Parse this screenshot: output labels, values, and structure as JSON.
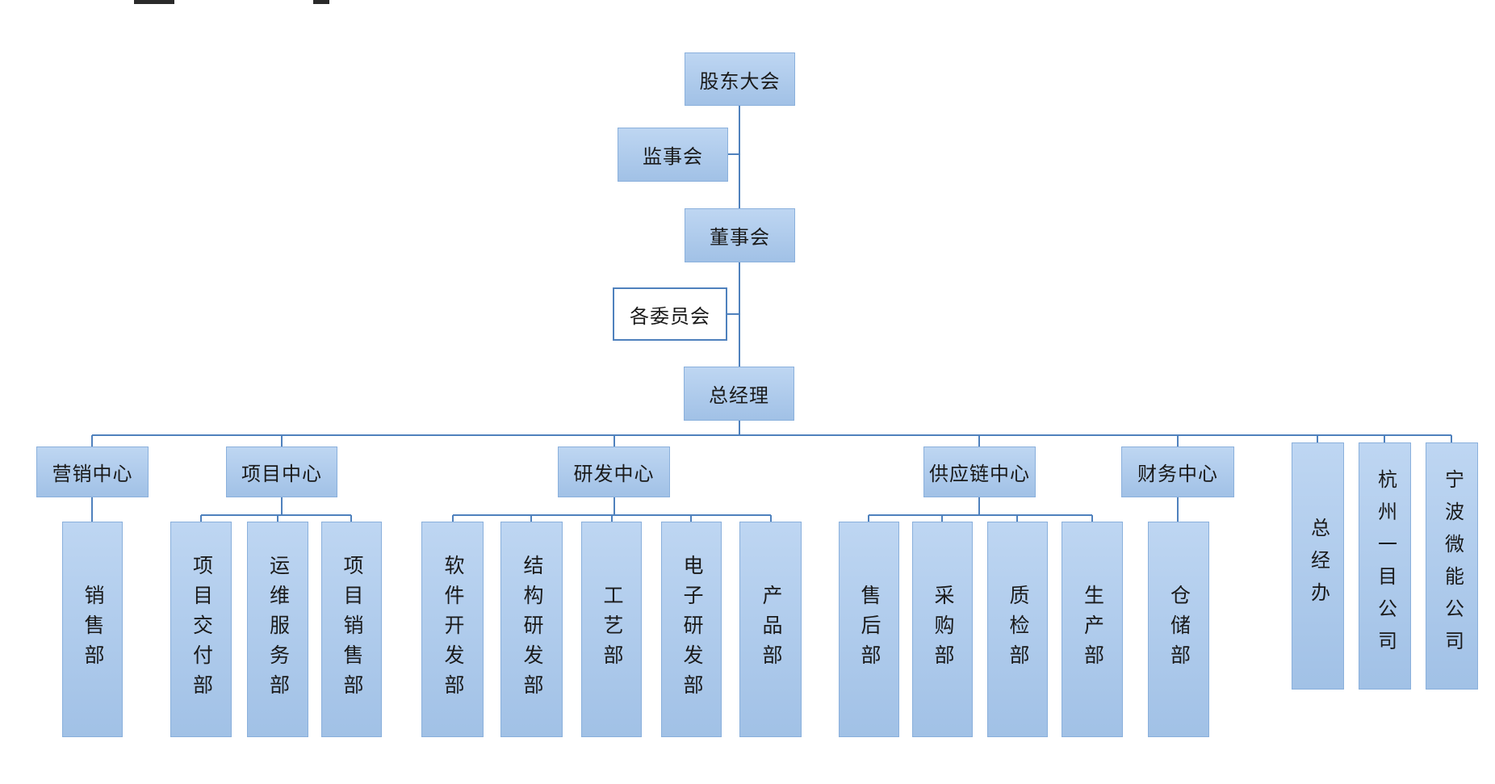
{
  "org": {
    "governance": {
      "shareholders": "股东大会",
      "supervisory_board": "监事会",
      "board_of_directors": "董事会",
      "committees": "各委员会",
      "general_manager": "总经理"
    },
    "centers": [
      {
        "label": "营销中心",
        "children": [
          "销售部"
        ]
      },
      {
        "label": "项目中心",
        "children": [
          "项目交付部",
          "运维服务部",
          "项目销售部"
        ]
      },
      {
        "label": "研发中心",
        "children": [
          "软件开发部",
          "结构研发部",
          "工艺部",
          "电子研发部",
          "产品部"
        ]
      },
      {
        "label": "供应链中心",
        "children": [
          "售后部",
          "采购部",
          "质检部",
          "生产部"
        ]
      },
      {
        "label": "财务中心",
        "children": [
          "仓储部"
        ]
      }
    ],
    "direct_units": [
      "总经办",
      "杭州一目公司",
      "宁波微能公司"
    ]
  },
  "colors": {
    "canvas_bg": "#ffffff",
    "box_fill_top": "#bed6f2",
    "box_fill_bottom": "#a1c1e6",
    "box_border": "#8ab0dc",
    "committee_fill": "#ffffff",
    "committee_border": "#4f81bd",
    "connector": "#4f81bd",
    "text": "#1a1a1a"
  }
}
